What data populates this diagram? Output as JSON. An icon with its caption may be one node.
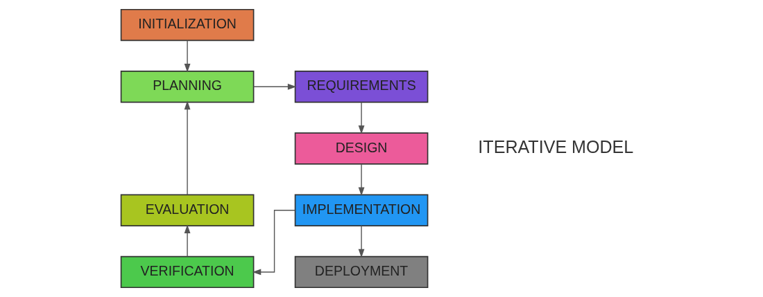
{
  "diagram": {
    "nodes": [
      {
        "text": [
          "INITIALIZATION"
        ]
      },
      {
        "text": [
          "PLANNING"
        ]
      },
      {
        "text": [
          "REQUIREMENTS"
        ]
      },
      {
        "text": [
          "DESIGN"
        ]
      },
      {
        "text": [
          "IMPLEMENTATION"
        ]
      },
      {
        "text": [
          "VERIFICATION"
        ]
      },
      {
        "text": [
          "EVALUATION"
        ]
      },
      {
        "text": [
          "DEPLOYMENT"
        ]
      }
    ],
    "edges": [
      {
        "from": 0,
        "to": 1,
        "arrow": "to"
      },
      {
        "from": 1,
        "to": 2,
        "arrow": "to"
      },
      {
        "from": 2,
        "to": 3,
        "arrow": "to"
      },
      {
        "from": 3,
        "to": 4,
        "arrow": "to"
      },
      {
        "from": 4,
        "to": 5,
        "arrow": "to"
      },
      {
        "from": 5,
        "to": 6,
        "arrow": "to"
      },
      {
        "from": 6,
        "to": 1,
        "arrow": "to"
      },
      {
        "from": 4,
        "to": 7,
        "arrow": "to"
      }
    ],
    "labels": [
      "ITERATIVE MODEL"
    ]
  }
}
